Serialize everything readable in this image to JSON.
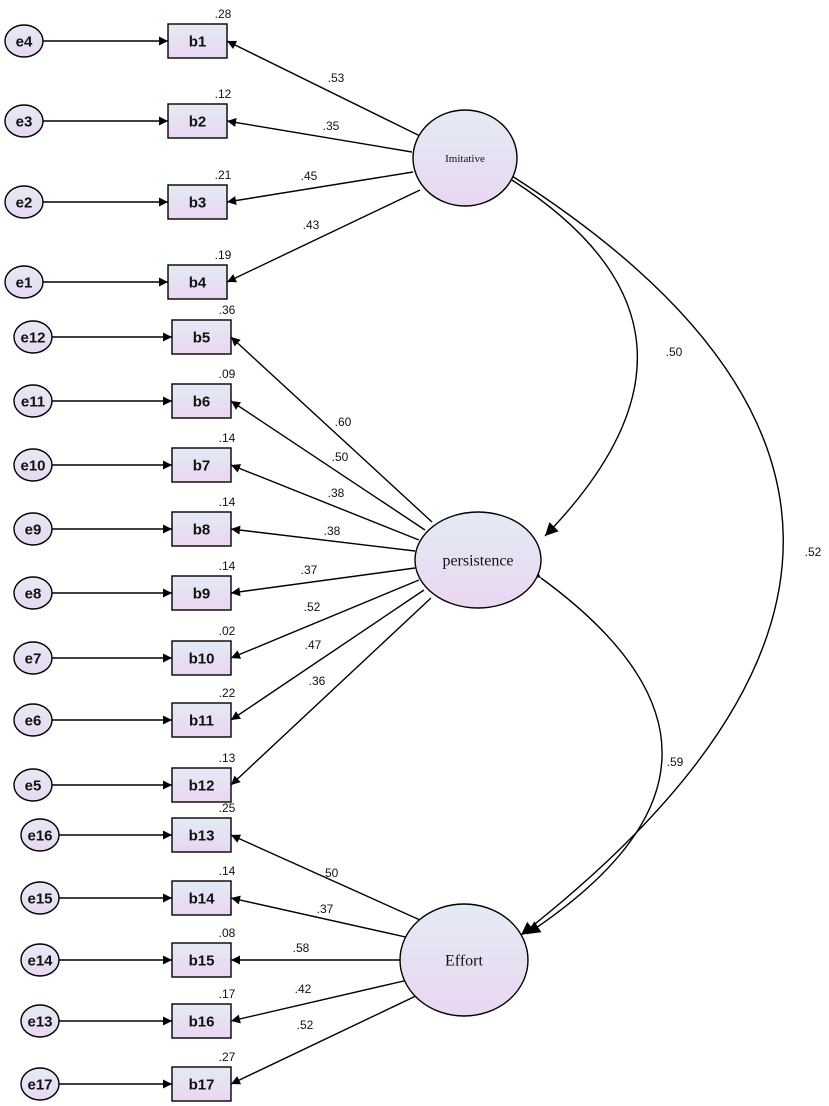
{
  "colors": {
    "fill_top": "#e3ebf4",
    "fill_bottom": "#ead6f1",
    "stroke": "#000000"
  },
  "latents": [
    {
      "id": "imitative",
      "label": "Imitative"
    },
    {
      "id": "persistence",
      "label": "persistence"
    },
    {
      "id": "effort",
      "label": "Effort"
    }
  ],
  "items": [
    {
      "item": "b1",
      "error": "e4",
      "r2": ".28",
      "loading": ".53",
      "factor": "imitative"
    },
    {
      "item": "b2",
      "error": "e3",
      "r2": ".12",
      "loading": ".35",
      "factor": "imitative"
    },
    {
      "item": "b3",
      "error": "e2",
      "r2": ".21",
      "loading": ".45",
      "factor": "imitative"
    },
    {
      "item": "b4",
      "error": "e1",
      "r2": ".19",
      "loading": ".43",
      "factor": "imitative"
    },
    {
      "item": "b5",
      "error": "e12",
      "r2": ".36",
      "loading": ".60",
      "factor": "persistence"
    },
    {
      "item": "b6",
      "error": "e11",
      "r2": ".09",
      "loading": ".50",
      "factor": "persistence"
    },
    {
      "item": "b7",
      "error": "e10",
      "r2": ".14",
      "loading": ".38",
      "factor": "persistence"
    },
    {
      "item": "b8",
      "error": "e9",
      "r2": ".14",
      "loading": ".38",
      "factor": "persistence"
    },
    {
      "item": "b9",
      "error": "e8",
      "r2": ".14",
      "loading": ".37",
      "factor": "persistence"
    },
    {
      "item": "b10",
      "error": "e7",
      "r2": ".02",
      "loading": ".52",
      "factor": "persistence"
    },
    {
      "item": "b11",
      "error": "e6",
      "r2": ".22",
      "loading": ".47",
      "factor": "persistence"
    },
    {
      "item": "b12",
      "error": "e5",
      "r2": ".13",
      "loading": ".36",
      "factor": "persistence"
    },
    {
      "item": "b13",
      "error": "e16",
      "r2": ".25",
      "loading": ".50",
      "factor": "effort"
    },
    {
      "item": "b14",
      "error": "e15",
      "r2": ".14",
      "loading": ".37",
      "factor": "effort"
    },
    {
      "item": "b15",
      "error": "e14",
      "r2": ".08",
      "loading": ".58",
      "factor": "effort"
    },
    {
      "item": "b16",
      "error": "e13",
      "r2": ".17",
      "loading": ".42",
      "factor": "effort"
    },
    {
      "item": "b17",
      "error": "e17",
      "r2": ".27",
      "loading": ".52",
      "factor": "effort"
    }
  ],
  "correlations": [
    {
      "from": "imitative",
      "to": "persistence",
      "value": ".50"
    },
    {
      "from": "persistence",
      "to": "effort",
      "value": ".59"
    },
    {
      "from": "imitative",
      "to": "effort",
      "value": ".52"
    }
  ]
}
